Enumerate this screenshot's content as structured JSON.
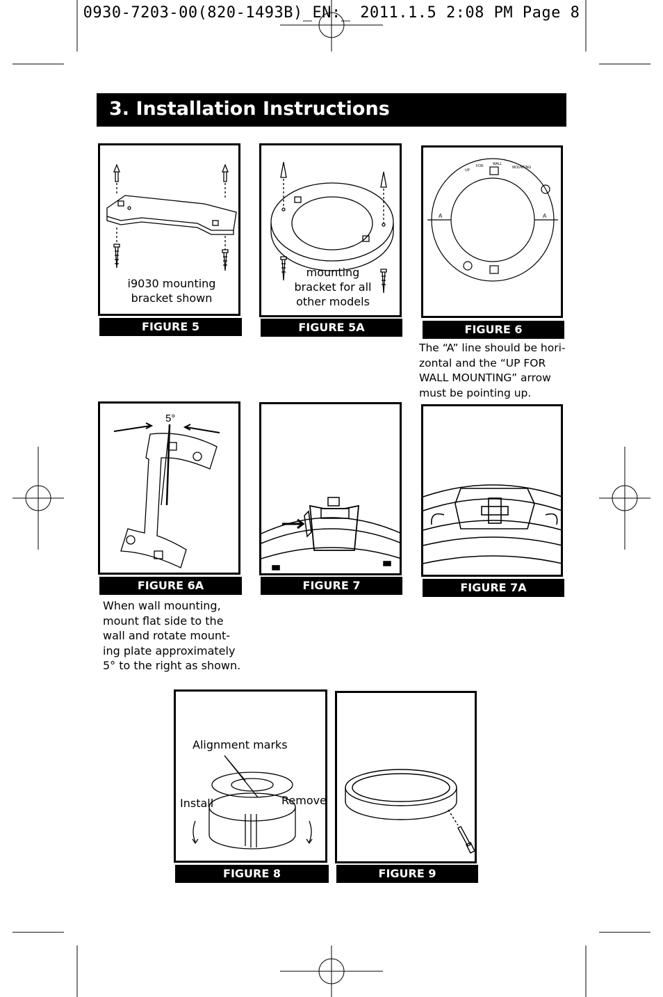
{
  "page": {
    "header_line": "0930-7203-00(820-1493B)_EN:_  2011.1.5  2:08 PM  Page 8",
    "section_title": "3. Installation Instructions"
  },
  "figures": {
    "fig5": {
      "caption": "FIGURE 5",
      "label": "i9030 mounting bracket shown"
    },
    "fig5a": {
      "caption": "FIGURE 5A",
      "label": "mounting bracket for all other models"
    },
    "fig6": {
      "caption": "FIGURE 6",
      "marks": {
        "a_left": "A",
        "a_right": "A",
        "up": "UP",
        "for": "FOR",
        "wall": "WALL",
        "mounting": "MOUNTING"
      }
    },
    "fig6a": {
      "caption": "FIGURE 6A",
      "angle": "5°"
    },
    "fig7": {
      "caption": "FIGURE 7"
    },
    "fig7a": {
      "caption": "FIGURE 7A"
    },
    "fig8": {
      "caption": "FIGURE 8",
      "alignment": "Alignment marks",
      "install": "Install",
      "remove": "Remove"
    },
    "fig9": {
      "caption": "FIGURE 9"
    }
  },
  "notes": {
    "fig6": [
      "The “A” line should be hori-",
      "zontal and the “UP FOR",
      "WALL MOUNTING” arrow",
      "must be pointing up."
    ],
    "fig6a": [
      "When wall mounting,",
      "mount flat side to the",
      "wall  and rotate mount-",
      "ing plate approximately",
      "5° to the right as shown."
    ]
  }
}
